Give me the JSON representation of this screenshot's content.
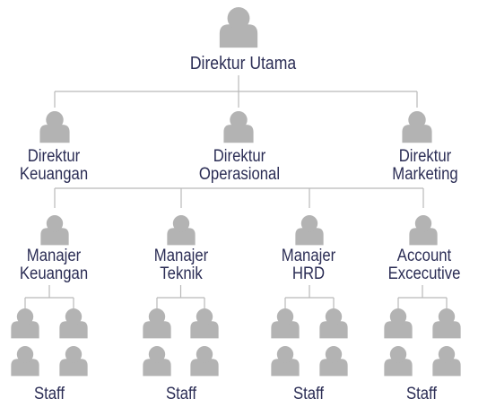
{
  "nodes": {
    "director": {
      "line1": "Direktur Utama"
    },
    "dir_finance": {
      "line1": "Direktur",
      "line2": "Keuangan"
    },
    "dir_operations": {
      "line1": "Direktur",
      "line2": "Operasional"
    },
    "dir_marketing": {
      "line1": "Direktur",
      "line2": "Marketing"
    },
    "mgr_finance": {
      "line1": "Manajer",
      "line2": "Keuangan"
    },
    "mgr_technical": {
      "line1": "Manajer",
      "line2": "Teknik"
    },
    "mgr_hrd": {
      "line1": "Manajer",
      "line2": "HRD"
    },
    "account_exec": {
      "line1": "Account",
      "line2": "Excecutive"
    }
  },
  "staff_groups": [
    {
      "label": "Staff"
    },
    {
      "label": "Staff"
    },
    {
      "label": "Staff"
    },
    {
      "label": "Staff"
    }
  ],
  "colors": {
    "text": "#2b2d55",
    "icon": "#b3b3b3",
    "connector": "#b9b9b9"
  }
}
